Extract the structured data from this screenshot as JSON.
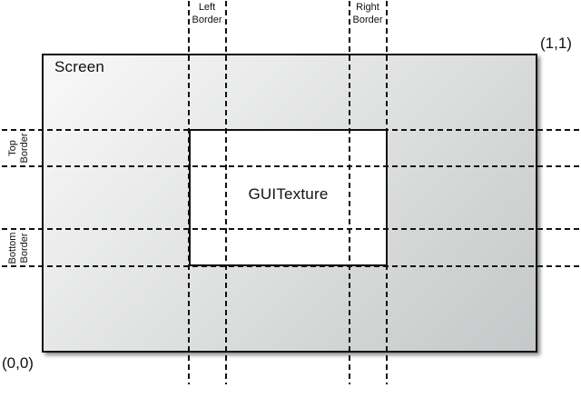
{
  "labels": {
    "screen": "Screen",
    "guitexture": "GUITexture",
    "corner_top_right": "(1,1)",
    "corner_bottom_left": "(0,0)",
    "left_border": {
      "line1": "Left",
      "line2": "Border"
    },
    "right_border": {
      "line1": "Right",
      "line2": "Border"
    },
    "top_border": {
      "line1": "Top",
      "line2": "Border"
    },
    "bottom_border": {
      "line1": "Bottom",
      "line2": "Border"
    }
  },
  "colors": {
    "background": "#ffffff",
    "screen_gradient_start": "#f9f9f9",
    "screen_gradient_end": "#c5c8c8",
    "texture_fill": "#ffffff",
    "line": "#111111",
    "text": "#111111"
  }
}
